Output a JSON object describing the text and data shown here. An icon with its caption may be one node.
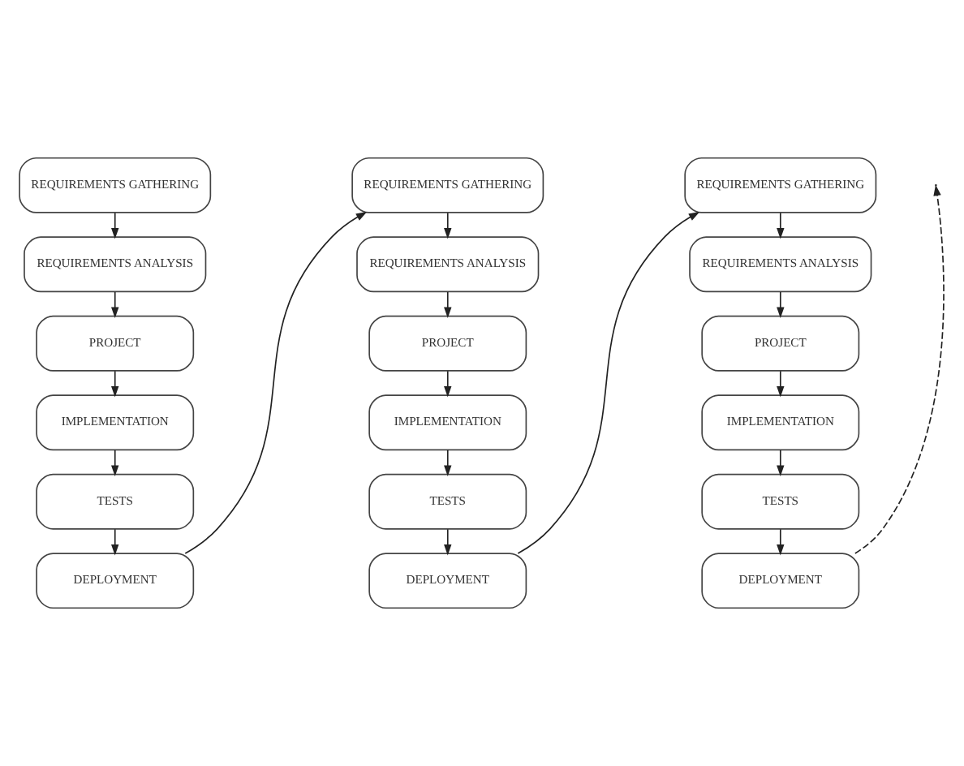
{
  "diagram": {
    "nodes": [
      {
        "text": [
          "REQUIREMENTS GATHERING"
        ]
      },
      {
        "text": [
          "REQUIREMENTS ANALYSIS"
        ]
      },
      {
        "text": [
          "PROJECT"
        ]
      },
      {
        "text": [
          "IMPLEMENTATION"
        ]
      },
      {
        "text": [
          "TESTS"
        ]
      },
      {
        "text": [
          "DEPLOYMENT"
        ]
      },
      {
        "text": [
          "REQUIREMENTS GATHERING"
        ]
      },
      {
        "text": [
          "REQUIREMENTS ANALYSIS"
        ]
      },
      {
        "text": [
          "PROJECT"
        ]
      },
      {
        "text": [
          "IMPLEMENTATION"
        ]
      },
      {
        "text": [
          "TESTS"
        ]
      },
      {
        "text": [
          "DEPLOYMENT"
        ]
      },
      {
        "text": [
          "REQUIREMENTS GATHERING"
        ]
      },
      {
        "text": [
          "REQUIREMENTS ANALYSIS"
        ]
      },
      {
        "text": [
          "PROJECT"
        ]
      },
      {
        "text": [
          "IMPLEMENTATION"
        ]
      },
      {
        "text": [
          "TESTS"
        ]
      },
      {
        "text": [
          "DEPLOYMENT"
        ]
      }
    ],
    "edges": [
      {
        "from": 0,
        "to": 1,
        "arrow": "to"
      },
      {
        "from": 1,
        "to": 2,
        "arrow": "to"
      },
      {
        "from": 2,
        "to": 3,
        "arrow": "to"
      },
      {
        "from": 3,
        "to": 4,
        "arrow": "to"
      },
      {
        "from": 4,
        "to": 5,
        "arrow": "to"
      },
      {
        "from": 5,
        "to": 6,
        "arrow": "to"
      },
      {
        "from": 6,
        "to": 7,
        "arrow": "to"
      },
      {
        "from": 7,
        "to": 8,
        "arrow": "to"
      },
      {
        "from": 8,
        "to": 9,
        "arrow": "to"
      },
      {
        "from": 9,
        "to": 10,
        "arrow": "to"
      },
      {
        "from": 10,
        "to": 11,
        "arrow": "to"
      },
      {
        "from": 11,
        "to": 12,
        "arrow": "to"
      },
      {
        "from": 12,
        "to": 13,
        "arrow": "to"
      },
      {
        "from": 13,
        "to": 14,
        "arrow": "to"
      },
      {
        "from": 14,
        "to": 15,
        "arrow": "to"
      },
      {
        "from": 15,
        "to": 16,
        "arrow": "to"
      },
      {
        "from": 16,
        "to": 17,
        "arrow": "to"
      },
      {
        "from": 17,
        "to": null,
        "arrow": "to",
        "style": "dashed"
      }
    ]
  }
}
